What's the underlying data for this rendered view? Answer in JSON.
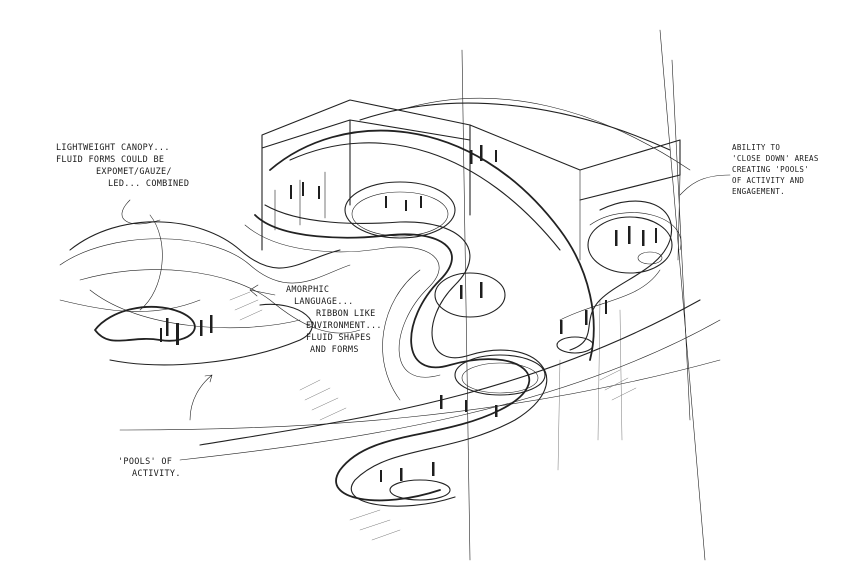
{
  "annotations": {
    "canopy": {
      "lines": [
        "Lightweight canopy...",
        "Fluid forms could be",
        "Expomet/gauze/",
        "LED... combined"
      ]
    },
    "close_down": {
      "lines": [
        "Ability to",
        "'close down' areas",
        "creating 'pools'",
        "of activity and",
        "engagement."
      ]
    },
    "amorphic": {
      "lines": [
        "Amorphic",
        "language...",
        "Ribbon like",
        "environment...",
        "Fluid shapes",
        "and forms"
      ]
    },
    "pools": {
      "lines": [
        "'Pools' of",
        "activity."
      ]
    }
  },
  "colors": {
    "ink": "#222222",
    "paper": "#ffffff"
  }
}
